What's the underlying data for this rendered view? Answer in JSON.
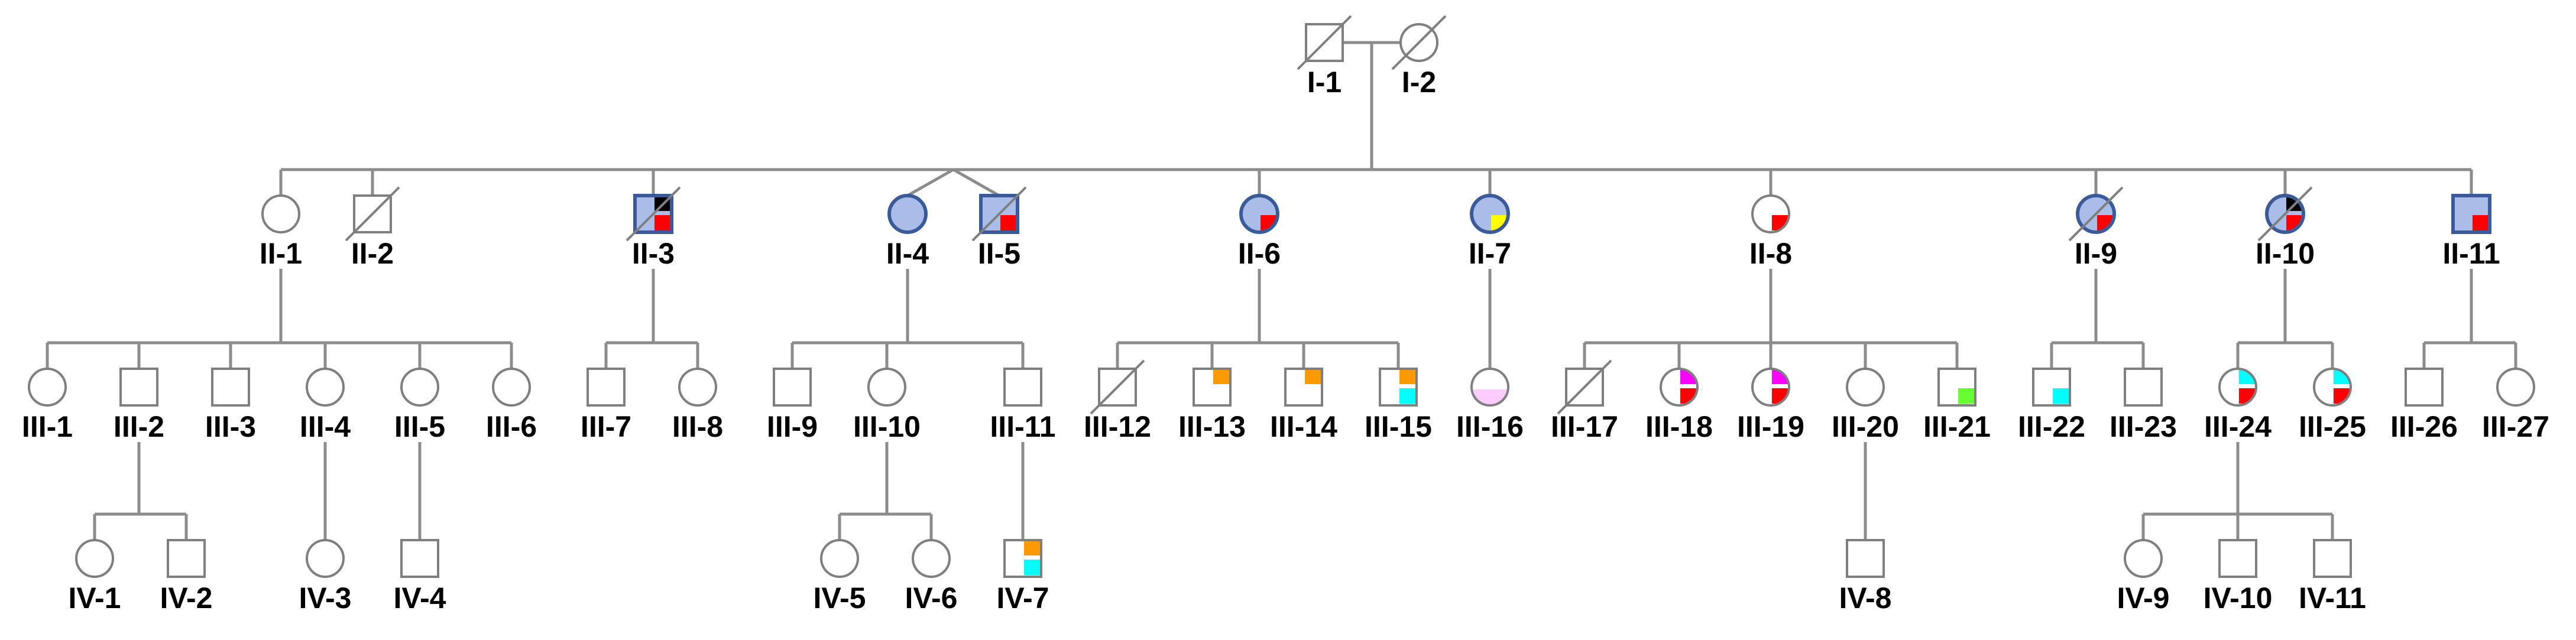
{
  "colors": {
    "line": "#8c8c8c",
    "frame": "#7f7f7f",
    "affected_fill": "#a9bde8",
    "affected_border": "#3a5a9a",
    "black": "#000000",
    "red": "#ff0000",
    "orange": "#ff9900",
    "cyan": "#00ffff",
    "yellow": "#ffff00",
    "pink": "#ffccff",
    "magenta": "#ff00ff",
    "green": "#66ff33"
  },
  "individuals": [
    {
      "id": "I-1",
      "label": "I-1",
      "sex": "male",
      "deceased": true
    },
    {
      "id": "I-2",
      "label": "I-2",
      "sex": "female",
      "deceased": true
    },
    {
      "id": "II-1",
      "label": "II-1",
      "sex": "female"
    },
    {
      "id": "II-2",
      "label": "II-2",
      "sex": "male",
      "deceased": true
    },
    {
      "id": "II-3",
      "label": "II-3",
      "sex": "male",
      "affected": true,
      "deceased": true,
      "marks": [
        "black-top-right",
        "red-bottom-right"
      ]
    },
    {
      "id": "II-4",
      "label": "II-4",
      "sex": "female",
      "affected": true
    },
    {
      "id": "II-5",
      "label": "II-5",
      "sex": "male",
      "affected": true,
      "deceased": true,
      "marks": [
        "red-bottom-right"
      ]
    },
    {
      "id": "II-6",
      "label": "II-6",
      "sex": "female",
      "affected": true,
      "marks": [
        "red-bottom-right"
      ]
    },
    {
      "id": "II-7",
      "label": "II-7",
      "sex": "female",
      "affected": true,
      "marks": [
        "yellow-bottom-right"
      ]
    },
    {
      "id": "II-8",
      "label": "II-8",
      "sex": "female",
      "marks": [
        "red-bottom-right"
      ]
    },
    {
      "id": "II-9",
      "label": "II-9",
      "sex": "female",
      "affected": true,
      "deceased": true,
      "marks": [
        "red-bottom-right"
      ]
    },
    {
      "id": "II-10",
      "label": "II-10",
      "sex": "female",
      "affected": true,
      "deceased": true,
      "marks": [
        "black-top-right",
        "red-bottom-right"
      ]
    },
    {
      "id": "II-11",
      "label": "II-11",
      "sex": "male",
      "affected": true,
      "marks": [
        "red-bottom-right"
      ]
    },
    {
      "id": "III-1",
      "label": "III-1",
      "sex": "female"
    },
    {
      "id": "III-2",
      "label": "III-2",
      "sex": "male"
    },
    {
      "id": "III-3",
      "label": "III-3",
      "sex": "male"
    },
    {
      "id": "III-4",
      "label": "III-4",
      "sex": "female"
    },
    {
      "id": "III-5",
      "label": "III-5",
      "sex": "female"
    },
    {
      "id": "III-6",
      "label": "III-6",
      "sex": "female"
    },
    {
      "id": "III-7",
      "label": "III-7",
      "sex": "male"
    },
    {
      "id": "III-8",
      "label": "III-8",
      "sex": "female"
    },
    {
      "id": "III-9",
      "label": "III-9",
      "sex": "male"
    },
    {
      "id": "III-10",
      "label": "III-10",
      "sex": "female"
    },
    {
      "id": "III-11",
      "label": "III-11",
      "sex": "male"
    },
    {
      "id": "III-12",
      "label": "III-12",
      "sex": "male",
      "deceased": true
    },
    {
      "id": "III-13",
      "label": "III-13",
      "sex": "male",
      "marks": [
        "orange-top-right"
      ]
    },
    {
      "id": "III-14",
      "label": "III-14",
      "sex": "male",
      "marks": [
        "orange-top-right"
      ]
    },
    {
      "id": "III-15",
      "label": "III-15",
      "sex": "male",
      "marks": [
        "orange-top-right",
        "cyan-bottom-right"
      ]
    },
    {
      "id": "III-16",
      "label": "III-16",
      "sex": "female",
      "marks": [
        "pink-bottom"
      ]
    },
    {
      "id": "III-17",
      "label": "III-17",
      "sex": "male",
      "deceased": true
    },
    {
      "id": "III-18",
      "label": "III-18",
      "sex": "female",
      "marks": [
        "magenta-top-right",
        "red-bottom-right"
      ]
    },
    {
      "id": "III-19",
      "label": "III-19",
      "sex": "female",
      "marks": [
        "magenta-top-right",
        "red-bottom-right"
      ]
    },
    {
      "id": "III-20",
      "label": "III-20",
      "sex": "female"
    },
    {
      "id": "III-21",
      "label": "III-21",
      "sex": "male",
      "marks": [
        "green-bottom-right"
      ]
    },
    {
      "id": "III-22",
      "label": "III-22",
      "sex": "male",
      "marks": [
        "cyan-bottom-right"
      ]
    },
    {
      "id": "III-23",
      "label": "III-23",
      "sex": "male"
    },
    {
      "id": "III-24",
      "label": "III-24",
      "sex": "female",
      "marks": [
        "cyan-top-right",
        "red-bottom-right"
      ]
    },
    {
      "id": "III-25",
      "label": "III-25",
      "sex": "female",
      "marks": [
        "cyan-top-right",
        "red-bottom-right"
      ]
    },
    {
      "id": "III-26",
      "label": "III-26",
      "sex": "male"
    },
    {
      "id": "III-27",
      "label": "III-27",
      "sex": "female"
    },
    {
      "id": "IV-1",
      "label": "IV-1",
      "sex": "female"
    },
    {
      "id": "IV-2",
      "label": "IV-2",
      "sex": "male"
    },
    {
      "id": "IV-3",
      "label": "IV-3",
      "sex": "female"
    },
    {
      "id": "IV-4",
      "label": "IV-4",
      "sex": "male"
    },
    {
      "id": "IV-5",
      "label": "IV-5",
      "sex": "female"
    },
    {
      "id": "IV-6",
      "label": "IV-6",
      "sex": "female"
    },
    {
      "id": "IV-7",
      "label": "IV-7",
      "sex": "male",
      "marks": [
        "orange-top-right",
        "cyan-bottom-right"
      ]
    },
    {
      "id": "IV-8",
      "label": "IV-8",
      "sex": "male"
    },
    {
      "id": "IV-9",
      "label": "IV-9",
      "sex": "female"
    },
    {
      "id": "IV-10",
      "label": "IV-10",
      "sex": "male"
    },
    {
      "id": "IV-11",
      "label": "IV-11",
      "sex": "male"
    }
  ],
  "unions": [
    {
      "partners": [
        "I-1",
        "I-2"
      ],
      "children": [
        "II-1",
        "II-2",
        "II-3",
        "II-4",
        "II-5",
        "II-6",
        "II-7",
        "II-8",
        "II-9",
        "II-10",
        "II-11"
      ]
    },
    {
      "parents": [
        "II-1"
      ],
      "children": [
        "III-1",
        "III-2",
        "III-3",
        "III-4",
        "III-5",
        "III-6"
      ]
    },
    {
      "parents": [
        "II-3"
      ],
      "children": [
        "III-7",
        "III-8"
      ]
    },
    {
      "parents": [
        "II-4"
      ],
      "children": [
        "III-9",
        "III-10",
        "III-11"
      ]
    },
    {
      "parents": [
        "II-6"
      ],
      "children": [
        "III-12",
        "III-13",
        "III-14",
        "III-15"
      ]
    },
    {
      "parents": [
        "II-7"
      ],
      "children": [
        "III-16"
      ]
    },
    {
      "parents": [
        "II-8"
      ],
      "children": [
        "III-17",
        "III-18",
        "III-19",
        "III-20",
        "III-21"
      ]
    },
    {
      "parents": [
        "II-9"
      ],
      "children": [
        "III-22",
        "III-23"
      ]
    },
    {
      "parents": [
        "II-10"
      ],
      "children": [
        "III-24",
        "III-25"
      ]
    },
    {
      "parents": [
        "II-11"
      ],
      "children": [
        "III-26",
        "III-27"
      ]
    },
    {
      "parents": [
        "III-2"
      ],
      "children": [
        "IV-1",
        "IV-2"
      ]
    },
    {
      "parents": [
        "III-4"
      ],
      "children": [
        "IV-3"
      ]
    },
    {
      "parents": [
        "III-5"
      ],
      "children": [
        "IV-4"
      ]
    },
    {
      "parents": [
        "III-10"
      ],
      "children": [
        "IV-5",
        "IV-6"
      ]
    },
    {
      "parents": [
        "III-11"
      ],
      "children": [
        "IV-7"
      ]
    },
    {
      "parents": [
        "III-20"
      ],
      "children": [
        "IV-8"
      ]
    },
    {
      "parents": [
        "III-24"
      ],
      "children": [
        "IV-9",
        "IV-10",
        "IV-11"
      ]
    }
  ],
  "twins": [
    [
      "II-4",
      "II-5"
    ]
  ]
}
